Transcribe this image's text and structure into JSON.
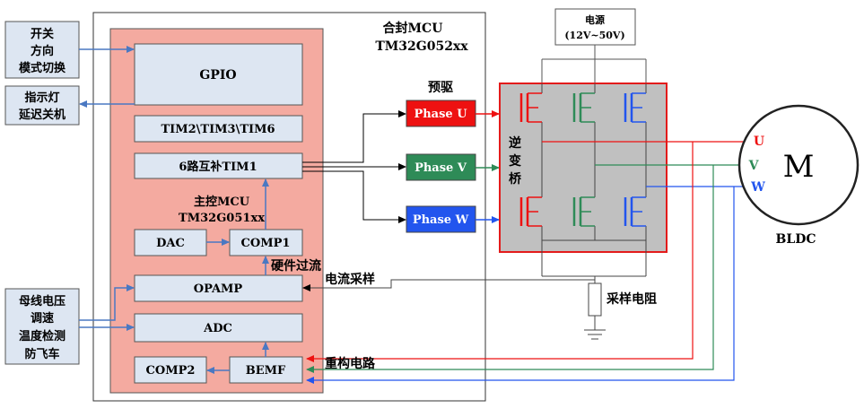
{
  "outer_mcu": {
    "title": "合封MCU",
    "part": "TM32G052xx"
  },
  "left_inputs": {
    "top": [
      "开关",
      "方向",
      "模式切换"
    ],
    "indicator": [
      "指示灯",
      "延迟关机"
    ],
    "bottom": [
      "母线电压",
      "调速",
      "温度检测",
      "防飞车"
    ]
  },
  "blocks": {
    "gpio": "GPIO",
    "timers": "TIM2\\TIM3\\TIM6",
    "tim1": "6路互补TIM1",
    "main_mcu_title": "主控MCU",
    "main_mcu_part": "TM32G051xx",
    "dac": "DAC",
    "comp1": "COMP1",
    "opamp": "OPAMP",
    "adc": "ADC",
    "comp2": "COMP2",
    "bemf": "BEMF"
  },
  "predriver": {
    "title": "预驱",
    "phases": [
      {
        "label": "Phase U",
        "color": "#ee1111"
      },
      {
        "label": "Phase V",
        "color": "#2e8b57"
      },
      {
        "label": "Phase W",
        "color": "#2255ee"
      }
    ]
  },
  "power": {
    "title": "电源",
    "range": "(12V~50V)"
  },
  "inverter": {
    "chars": [
      "逆",
      "变",
      "桥"
    ]
  },
  "annotations": {
    "hw_overcurrent": "硬件过流",
    "current_sampling": "电流采样",
    "sense_resistor": "采样电阻",
    "reconstruction": "重构电路"
  },
  "motor": {
    "symbol": "M",
    "name": "BLDC",
    "phases": [
      {
        "label": "U",
        "color": "#ee1111"
      },
      {
        "label": "V",
        "color": "#2e8b57"
      },
      {
        "label": "W",
        "color": "#2255ee"
      }
    ]
  },
  "colors": {
    "mcu_fill": "#f4aaa0",
    "block_fill": "#dde6f2",
    "bridge_fill": "#c0c0c0",
    "bridge_border": "#e31b1b",
    "arrow_blue": "#4a78c2",
    "phase_u": "#ee1111",
    "phase_v": "#2e8b57",
    "phase_w": "#2255ee"
  }
}
